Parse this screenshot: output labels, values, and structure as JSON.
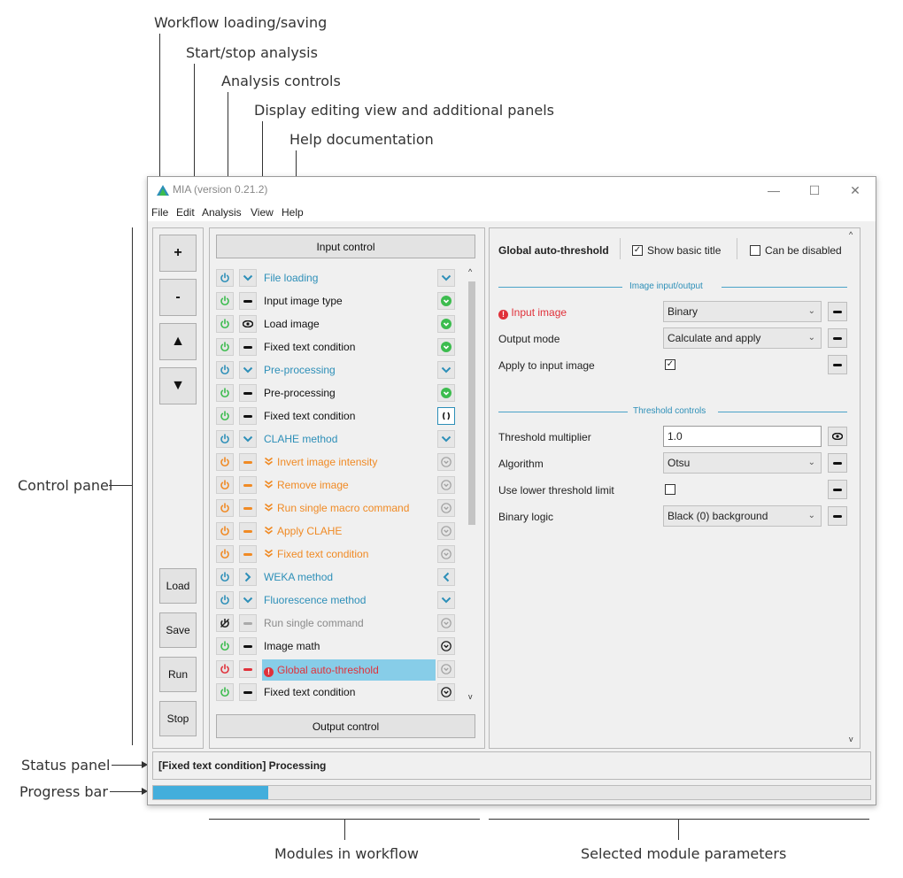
{
  "annotations": {
    "workflow": "Workflow loading/saving",
    "start_stop": "Start/stop analysis",
    "analysis_controls": "Analysis controls",
    "display": "Display editing view and additional panels",
    "help": "Help documentation",
    "control_panel": "Control panel",
    "status_panel": "Status panel",
    "progress_bar": "Progress bar",
    "modules_in_workflow": "Modules in workflow",
    "selected_params": "Selected module parameters"
  },
  "window": {
    "title": "MIA (version 0.21.2)",
    "controls": {
      "minimize": "—",
      "maximize": "☐",
      "close": "✕"
    }
  },
  "menu": [
    "File",
    "Edit",
    "Analysis",
    "View",
    "Help"
  ],
  "control_panel": {
    "add": "+",
    "remove": "-",
    "up": "▲",
    "down": "▼",
    "load": "Load",
    "save": "Save",
    "run": "Run",
    "stop": "Stop"
  },
  "modules_panel": {
    "input_control": "Input control",
    "output_control": "Output control",
    "modules": [
      {
        "name": "File loading",
        "kind": "group",
        "status": "chevron-blue"
      },
      {
        "name": "Input image type",
        "kind": "normal",
        "status": "ok"
      },
      {
        "name": "Load image",
        "kind": "eye",
        "status": "ok"
      },
      {
        "name": "Fixed text condition",
        "kind": "normal",
        "status": "ok"
      },
      {
        "name": "Pre-processing",
        "kind": "group",
        "status": "chevron-blue"
      },
      {
        "name": "Pre-processing",
        "kind": "normal",
        "status": "ok"
      },
      {
        "name": "Fixed text condition",
        "kind": "normal",
        "status": "brackets"
      },
      {
        "name": "CLAHE method",
        "kind": "group",
        "status": "chevron-blue"
      },
      {
        "name": "Invert image intensity",
        "kind": "orange",
        "status": "grey"
      },
      {
        "name": "Remove image",
        "kind": "orange",
        "status": "grey"
      },
      {
        "name": "Run single macro command",
        "kind": "orange",
        "status": "grey"
      },
      {
        "name": "Apply CLAHE",
        "kind": "orange",
        "status": "grey"
      },
      {
        "name": "Fixed text condition",
        "kind": "orange",
        "status": "grey"
      },
      {
        "name": "WEKA method",
        "kind": "group-collapsed",
        "status": "chevron-left"
      },
      {
        "name": "Fluorescence method",
        "kind": "group",
        "status": "chevron-blue"
      },
      {
        "name": "Run single command",
        "kind": "disabled",
        "status": "grey"
      },
      {
        "name": "Image math",
        "kind": "normal",
        "status": "black"
      },
      {
        "name": "Global auto-threshold",
        "kind": "error",
        "status": "grey"
      },
      {
        "name": "Fixed text condition",
        "kind": "normal",
        "status": "black"
      }
    ]
  },
  "params_panel": {
    "module_title": "Global auto-threshold",
    "show_basic_title": "Show basic title",
    "show_basic_title_checked": true,
    "can_be_disabled": "Can be disabled",
    "can_be_disabled_checked": false,
    "section1": "Image input/output",
    "input_image_label": "Input image",
    "input_image_value": "Binary",
    "output_mode_label": "Output mode",
    "output_mode_value": "Calculate and apply",
    "apply_label": "Apply to input image",
    "apply_checked": true,
    "section2": "Threshold controls",
    "threshold_multiplier_label": "Threshold multiplier",
    "threshold_multiplier_value": "1.0",
    "algorithm_label": "Algorithm",
    "algorithm_value": "Otsu",
    "use_lower_label": "Use lower threshold limit",
    "use_lower_checked": false,
    "binary_logic_label": "Binary logic",
    "binary_logic_value": "Black (0) background"
  },
  "status": {
    "text": "[Fixed text condition] Processing",
    "progress": 0.16
  },
  "colors": {
    "accent_blue": "#2d8fb8",
    "ok_green": "#3cbc4e",
    "error_red": "#e0313a",
    "disabled_orange": "#f08a24",
    "selection": "#87cde8"
  }
}
